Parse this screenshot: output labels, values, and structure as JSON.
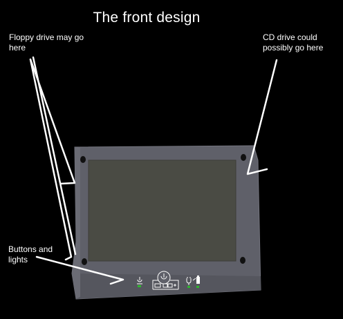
{
  "title": "The front design",
  "annotations": {
    "floppy": "Floppy drive may go here",
    "cd": "CD drive could possibly go here",
    "buttons": "Buttons and lights"
  },
  "colors": {
    "background": "#000000",
    "bezel": "#5f6069",
    "bezel_edge": "#7a7b85",
    "screen": "#4a4b44",
    "text": "#ffffff",
    "led": "#2fb52f"
  },
  "icons": [
    "power-icon",
    "power-button-icon",
    "battery-icon",
    "plug-battery-icon"
  ]
}
